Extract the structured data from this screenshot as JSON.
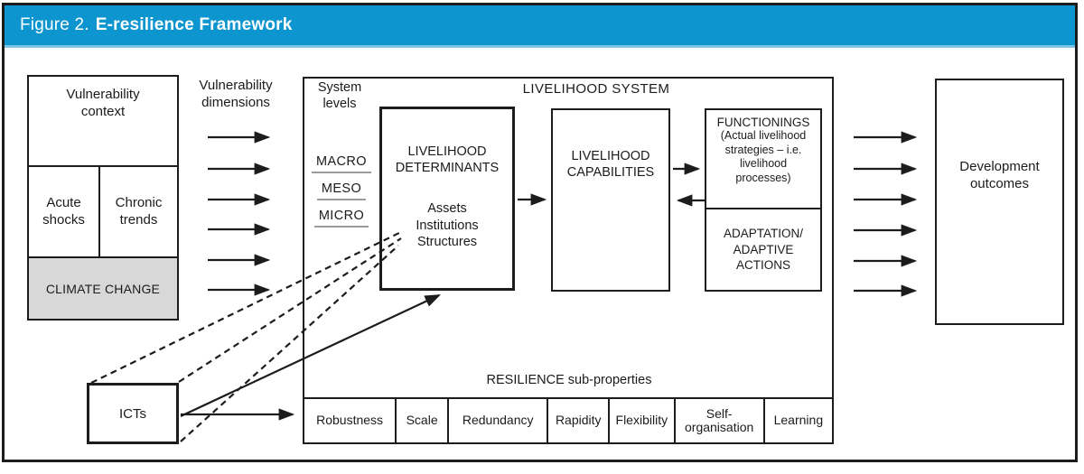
{
  "header": {
    "figure_label": "Figure 2.",
    "figure_title": "E-resilience Framework",
    "bar_color": "#0d95d0"
  },
  "vulnerability": {
    "context_label": "Vulnerability context",
    "acute_label": "Acute shocks",
    "chronic_label": "Chronic trends",
    "climate_label": "CLIMATE CHANGE",
    "climate_bg": "#d8d8d8"
  },
  "vulnerability_dimensions_label": "Vulnerability dimensions",
  "livelihood_system": {
    "title": "LIVELIHOOD SYSTEM",
    "system_levels_label": "System levels",
    "levels": [
      "MACRO",
      "MESO",
      "MICRO"
    ],
    "determinants": {
      "title": "LIVELIHOOD DETERMINANTS",
      "items": [
        "Assets",
        "Institutions",
        "Structures"
      ]
    },
    "capabilities_label": "LIVELIHOOD CAPABILITIES",
    "functionings": {
      "title": "FUNCTIONINGS",
      "subtitle_lines": [
        "(Actual livelihood",
        "strategies – i.e.",
        "livelihood",
        "processes)"
      ]
    },
    "adaptation_lines": [
      "ADAPTATION/",
      "ADAPTIVE",
      "ACTIONS"
    ],
    "resilience_label": "RESILIENCE sub-properties",
    "sub_properties": [
      "Robustness",
      "Scale",
      "Redundancy",
      "Rapidity",
      "Flexibility",
      "Self-organisation",
      "Learning"
    ]
  },
  "icts_label": "ICTs",
  "development_outcomes_label": "Development outcomes",
  "arrow_color": "#1c1c1c"
}
